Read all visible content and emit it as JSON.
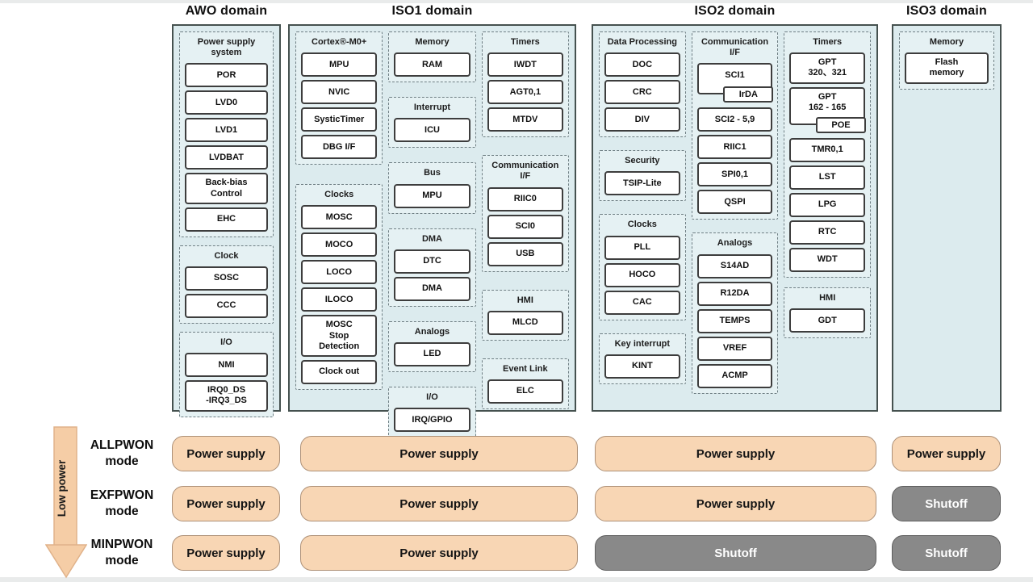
{
  "colors": {
    "domain_fill": "#dcebee",
    "group_fill": "#e5f1f3",
    "power_fill": "#f8d6b4",
    "power_border": "#ad9077",
    "shutoff_fill": "#898989",
    "shutoff_border": "#5e5e5e",
    "arrow_fill": "#f5cda6",
    "arrow_border": "#e0b28a"
  },
  "low_power": {
    "label": "Low power"
  },
  "domains": [
    {
      "title": "AWO domain",
      "columns": [
        {
          "groups": [
            {
              "title": "Power supply\nsystem",
              "items": [
                {
                  "label": "POR"
                },
                {
                  "label": "LVD0"
                },
                {
                  "label": "LVD1"
                },
                {
                  "label": "LVDBAT"
                },
                {
                  "label": "Back-bias\nControl"
                },
                {
                  "label": "EHC"
                }
              ]
            },
            {
              "title": "Clock",
              "items": [
                {
                  "label": "SOSC"
                },
                {
                  "label": "CCC"
                }
              ]
            },
            {
              "title": "I/O",
              "items": [
                {
                  "label": "NMI"
                },
                {
                  "label": "IRQ0_DS\n-IRQ3_DS"
                }
              ]
            }
          ]
        }
      ]
    },
    {
      "title": "ISO1 domain",
      "columns": [
        {
          "groups": [
            {
              "title": "Cortex®-M0+",
              "items": [
                {
                  "label": "MPU"
                },
                {
                  "label": "NVIC"
                },
                {
                  "label": "SysticTimer"
                },
                {
                  "label": "DBG I/F"
                }
              ]
            },
            {
              "title": "Clocks",
              "items": [
                {
                  "label": "MOSC"
                },
                {
                  "label": "MOCO"
                },
                {
                  "label": "LOCO"
                },
                {
                  "label": "ILOCO"
                },
                {
                  "label": "MOSC\nStop\nDetection"
                },
                {
                  "label": "Clock out"
                }
              ]
            }
          ]
        },
        {
          "groups": [
            {
              "title": "Memory",
              "items": [
                {
                  "label": "RAM"
                }
              ]
            },
            {
              "title": "Interrupt",
              "items": [
                {
                  "label": "ICU"
                }
              ]
            },
            {
              "title": "Bus",
              "items": [
                {
                  "label": "MPU"
                }
              ]
            },
            {
              "title": "DMA",
              "items": [
                {
                  "label": "DTC"
                },
                {
                  "label": "DMA"
                }
              ]
            },
            {
              "title": "Analogs",
              "items": [
                {
                  "label": "LED"
                }
              ]
            },
            {
              "title": "I/O",
              "items": [
                {
                  "label": "IRQ/GPIO"
                }
              ]
            }
          ]
        },
        {
          "groups": [
            {
              "title": "Timers",
              "items": [
                {
                  "label": "IWDT"
                },
                {
                  "label": "AGT0,1"
                },
                {
                  "label": "MTDV"
                }
              ]
            },
            {
              "title": "Communication\nI/F",
              "items": [
                {
                  "label": "RIIC0"
                },
                {
                  "label": "SCI0"
                },
                {
                  "label": "USB"
                }
              ]
            },
            {
              "title": "HMI",
              "items": [
                {
                  "label": "MLCD"
                }
              ]
            },
            {
              "title": "Event Link",
              "items": [
                {
                  "label": "ELC"
                }
              ]
            }
          ]
        }
      ]
    },
    {
      "title": "ISO2 domain",
      "columns": [
        {
          "groups": [
            {
              "title": "Data Processing",
              "items": [
                {
                  "label": "DOC"
                },
                {
                  "label": "CRC"
                },
                {
                  "label": "DIV"
                }
              ]
            },
            {
              "title": "Security",
              "items": [
                {
                  "label": "TSIP-Lite"
                }
              ]
            },
            {
              "title": "Clocks",
              "items": [
                {
                  "label": "PLL"
                },
                {
                  "label": "HOCO"
                },
                {
                  "label": "CAC"
                }
              ]
            },
            {
              "title": "Key interrupt",
              "items": [
                {
                  "label": "KINT"
                }
              ]
            }
          ]
        },
        {
          "groups": [
            {
              "title": "Communication\nI/F",
              "items": [
                {
                  "label": "SCI1",
                  "sub": "IrDA"
                },
                {
                  "label": "SCI2 - 5,9"
                },
                {
                  "label": "RIIC1"
                },
                {
                  "label": "SPI0,1"
                },
                {
                  "label": "QSPI"
                }
              ]
            },
            {
              "title": "Analogs",
              "items": [
                {
                  "label": "S14AD"
                },
                {
                  "label": "R12DA"
                },
                {
                  "label": "TEMPS"
                },
                {
                  "label": "VREF"
                },
                {
                  "label": "ACMP"
                }
              ]
            }
          ]
        },
        {
          "groups": [
            {
              "title": "Timers",
              "items": [
                {
                  "label": "GPT\n320、321"
                },
                {
                  "label": "GPT\n162 - 165",
                  "sub": "POE"
                },
                {
                  "label": "TMR0,1"
                },
                {
                  "label": "LST"
                },
                {
                  "label": "LPG"
                },
                {
                  "label": "RTC"
                },
                {
                  "label": "WDT"
                }
              ]
            },
            {
              "title": "HMI",
              "items": [
                {
                  "label": "GDT"
                }
              ]
            }
          ]
        }
      ]
    },
    {
      "title": "ISO3 domain",
      "columns": [
        {
          "groups": [
            {
              "title": "Memory",
              "items": [
                {
                  "label": "Flash\nmemory"
                }
              ]
            }
          ]
        }
      ]
    }
  ],
  "modes": [
    {
      "label": "ALLPWON\nmode",
      "bars": [
        {
          "label": "Power supply",
          "state": "power"
        },
        {
          "label": "Power supply",
          "state": "power"
        },
        {
          "label": "Power supply",
          "state": "power"
        },
        {
          "label": "Power supply",
          "state": "power"
        }
      ]
    },
    {
      "label": "EXFPWON\nmode",
      "bars": [
        {
          "label": "Power supply",
          "state": "power"
        },
        {
          "label": "Power supply",
          "state": "power"
        },
        {
          "label": "Power supply",
          "state": "power"
        },
        {
          "label": "Shutoff",
          "state": "shutoff"
        }
      ]
    },
    {
      "label": "MINPWON\nmode",
      "bars": [
        {
          "label": "Power supply",
          "state": "power"
        },
        {
          "label": "Power supply",
          "state": "power"
        },
        {
          "label": "Shutoff",
          "state": "shutoff"
        },
        {
          "label": "Shutoff",
          "state": "shutoff"
        }
      ]
    }
  ]
}
